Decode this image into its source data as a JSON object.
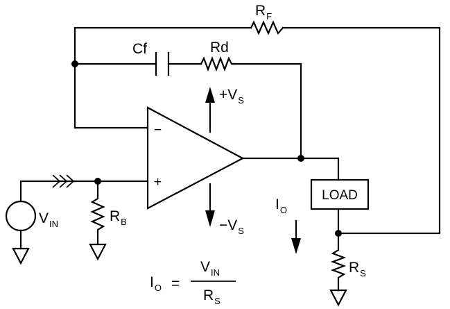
{
  "diagram": {
    "labels": {
      "rf": {
        "main": "R",
        "sub": "F"
      },
      "cf": "Cf",
      "rd": "Rd",
      "vs_pos": {
        "main": "+V",
        "sub": "S"
      },
      "vs_neg": {
        "main": "−V",
        "sub": "S"
      },
      "minus_input": "−",
      "plus_input": "+",
      "vin": {
        "main": "V",
        "sub": "IN"
      },
      "rb": {
        "main": "R",
        "sub": "B"
      },
      "load": "LOAD",
      "io": {
        "main": "I",
        "sub": "O"
      },
      "rs": {
        "main": "R",
        "sub": "S"
      }
    },
    "equation": {
      "lhs": {
        "main": "I",
        "sub": "O"
      },
      "equals": "=",
      "numerator": {
        "main": "V",
        "sub": "IN"
      },
      "denominator": {
        "main": "R",
        "sub": "S"
      }
    }
  }
}
